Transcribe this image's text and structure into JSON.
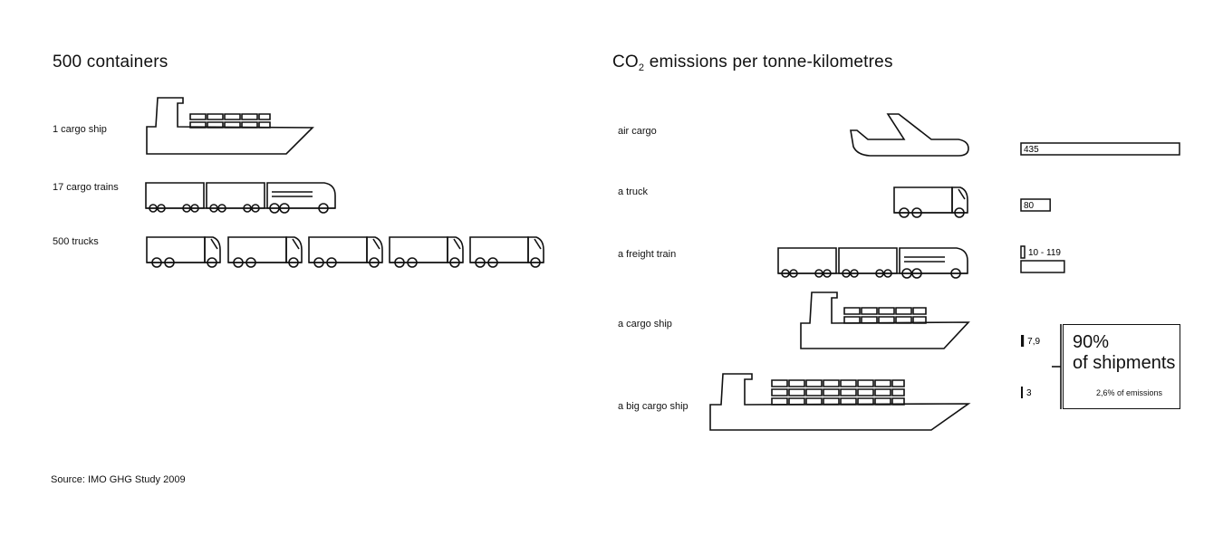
{
  "left": {
    "title": "500 containers",
    "rows": [
      {
        "label": "1 cargo ship"
      },
      {
        "label": "17 cargo trains"
      },
      {
        "label": "500 trucks"
      }
    ]
  },
  "right": {
    "title_main": "CO",
    "title_sub": "2",
    "title_rest": " emissions per tonne-kilometres"
  },
  "chart_data": {
    "type": "bar",
    "categories": [
      "air cargo",
      "a truck",
      "a freight train",
      "a cargo ship",
      "a big cargo ship"
    ],
    "values": [
      435,
      80,
      119,
      7.9,
      3
    ],
    "range_low": [
      null,
      null,
      10,
      null,
      null
    ],
    "value_labels": [
      "435",
      "80",
      "10 - 119",
      "7,9",
      "3"
    ],
    "title": "CO2 emissions per tonne-kilometres",
    "annotation": {
      "pct": "90%",
      "text": "of shipments",
      "detail": "2,6% of emissions"
    }
  },
  "source": "Source: IMO GHG Study 2009"
}
